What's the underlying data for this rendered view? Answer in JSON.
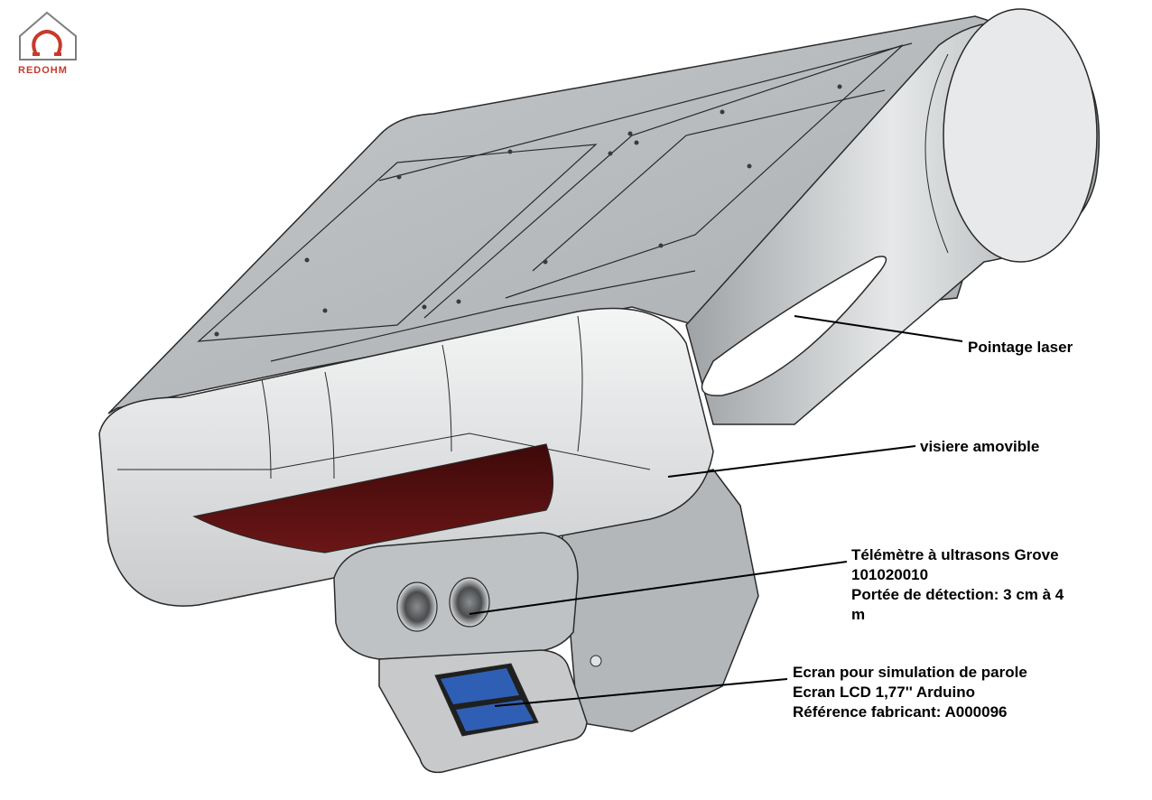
{
  "logo": {
    "text": "REDOHM",
    "accent": "#c73a2c"
  },
  "callouts": [
    {
      "id": "laser",
      "lines": [
        "Pointage laser"
      ]
    },
    {
      "id": "visor",
      "lines": [
        "visiere amovible"
      ]
    },
    {
      "id": "ultrasonic",
      "lines": [
        "Télémètre à ultrasons Grove",
        "101020010",
        "Portée de détection: 3 cm à 4",
        "m"
      ]
    },
    {
      "id": "screen",
      "lines": [
        "Ecran pour simulation de parole",
        "Ecran LCD 1,77'' Arduino",
        "Référence fabricant: A000096"
      ]
    }
  ],
  "colors": {
    "body": "#b9bcbe",
    "body_dark": "#9a9ea1",
    "body_light": "#d8dadb",
    "visor": "#e9eaeb",
    "visor_dark_panel": "#5a1212",
    "screen_blue": "#2f5fb4",
    "outline": "#2a2a2a"
  }
}
